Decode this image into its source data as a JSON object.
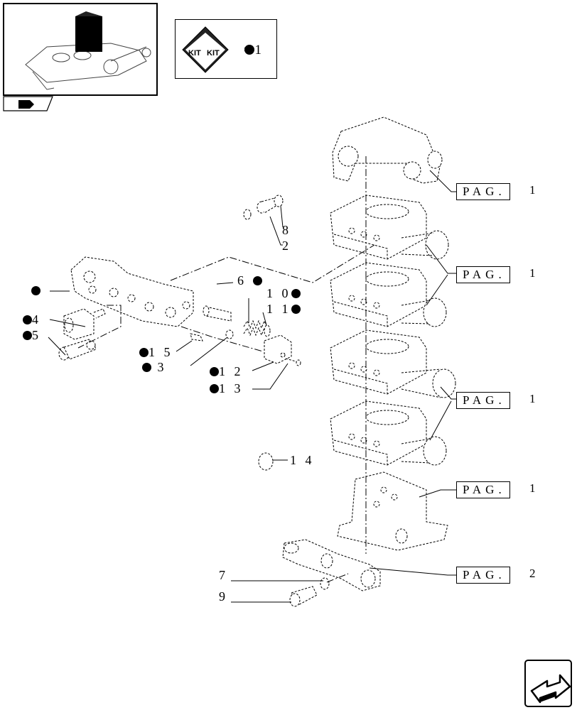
{
  "kit_legend": {
    "label": "KIT",
    "equals_text": "= 1"
  },
  "pag_refs": [
    {
      "label": "PAG.",
      "page": "1"
    },
    {
      "label": "PAG.",
      "page": "1"
    },
    {
      "label": "PAG.",
      "page": "1"
    },
    {
      "label": "PAG.",
      "page": "1"
    },
    {
      "label": "PAG.",
      "page": "2"
    }
  ],
  "callouts": {
    "c8": "8",
    "c2": "2",
    "c6": "6",
    "c11": "1 1",
    "c10": "1 0",
    "c4": "4",
    "c5": "5",
    "c15": "1 5",
    "c3": "3",
    "c12": "1 2",
    "c13": "1 3",
    "c14": "1 4",
    "c7": "7",
    "c9": "9"
  },
  "colors": {
    "line": "#000000",
    "background": "#ffffff"
  },
  "icons": [
    "assembly-thumbnail-icon",
    "kit-box-icon",
    "next-page-arrow-icon"
  ]
}
